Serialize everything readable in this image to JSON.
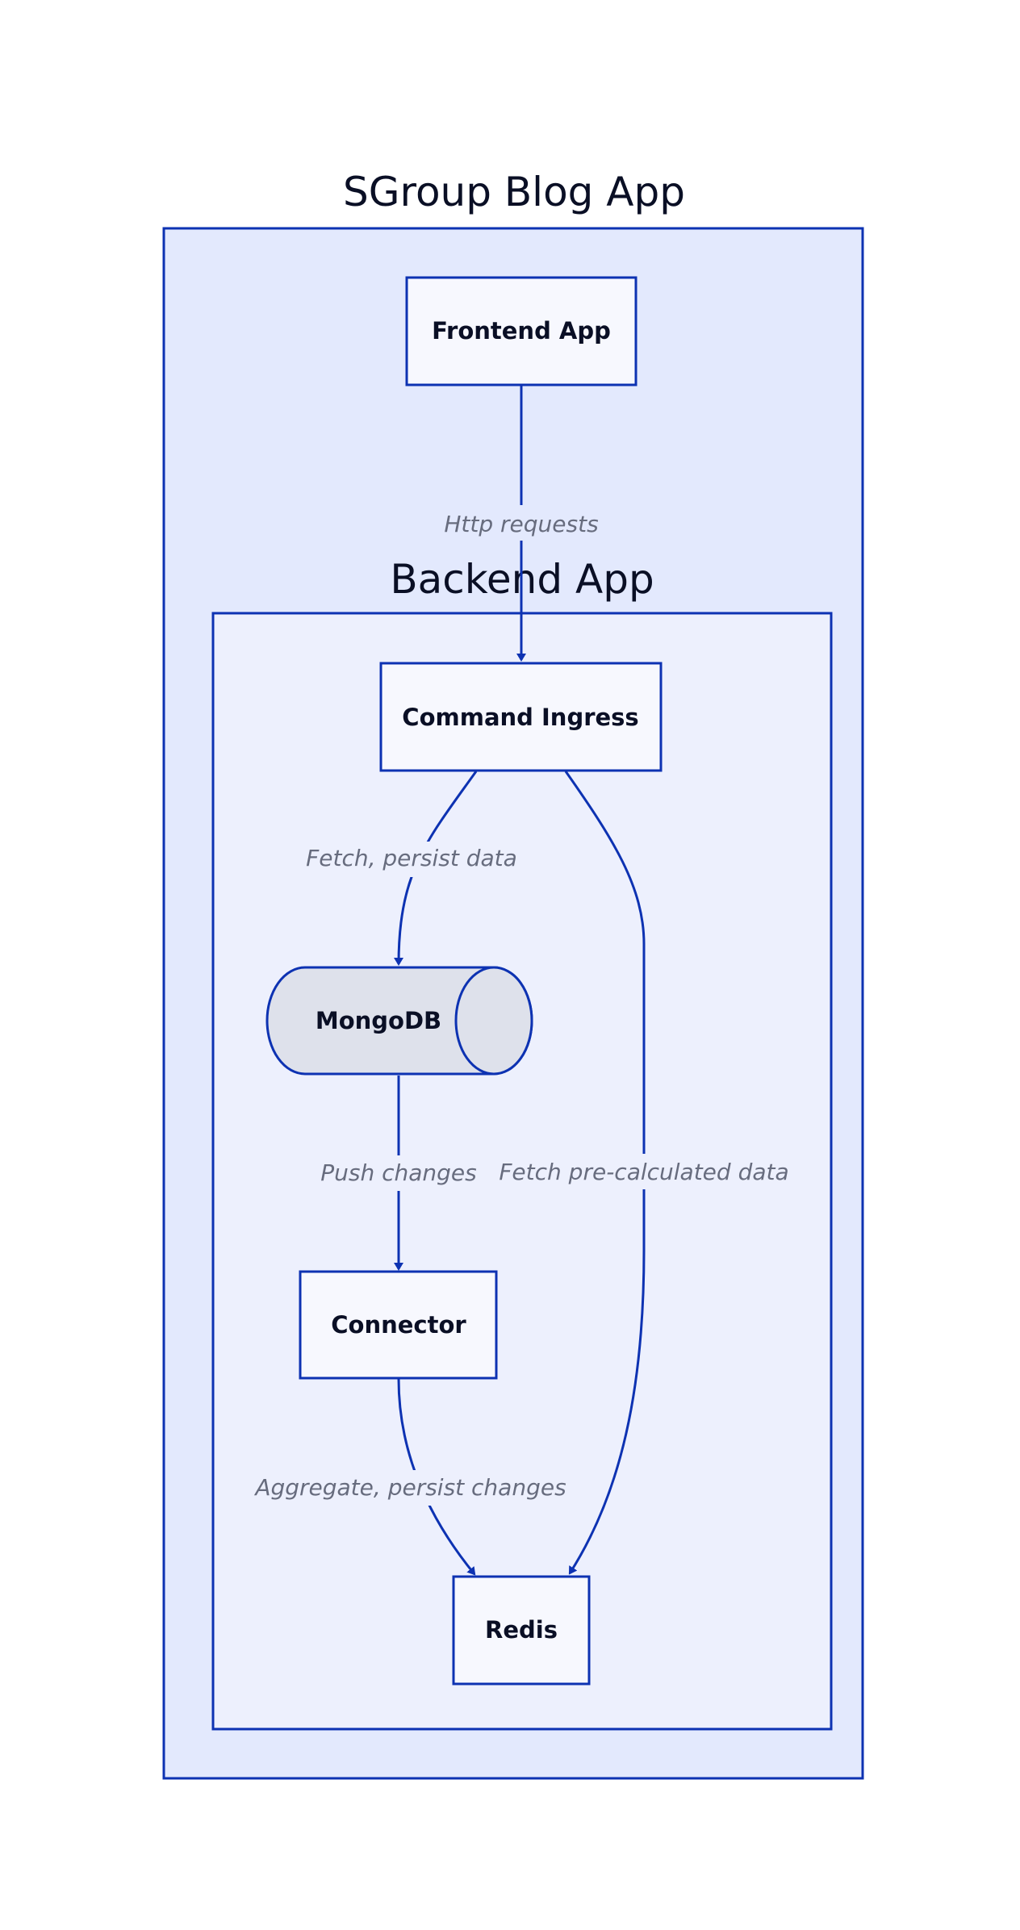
{
  "containers": {
    "outer": {
      "title": "SGroup Blog App"
    },
    "inner": {
      "title": "Backend App"
    }
  },
  "nodes": {
    "frontend": "Frontend App",
    "ingress": "Command Ingress",
    "mongodb": "MongoDB",
    "connector": "Connector",
    "redis": "Redis"
  },
  "edges": {
    "http": "Http requests",
    "fetch_persist": "Fetch, persist data",
    "push": "Push changes",
    "fetch_pre": "Fetch pre-calculated data",
    "aggregate": "Aggregate, persist changes"
  },
  "colors": {
    "stroke": "#0d32b2",
    "outer_fill": "#e3e9fd",
    "inner_fill": "#edf0fd",
    "node_fill": "#f7f8fe",
    "cylinder_fill": "#dee1eb",
    "text": "#0a0f25",
    "edge_label": "#676c7e"
  }
}
